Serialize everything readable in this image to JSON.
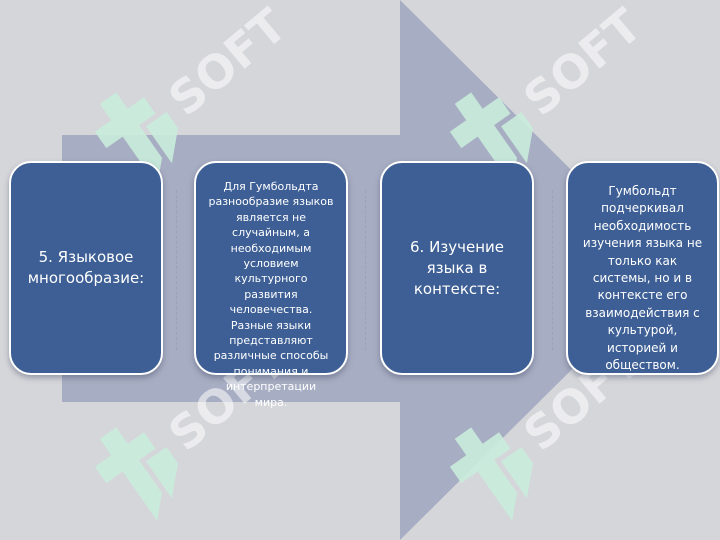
{
  "diagram": {
    "colors": {
      "background": "#d5d6da",
      "arrow": "#a7adc2",
      "box_fill": "#3d5f95",
      "box_border": "#ffffff",
      "text": "#ffffff",
      "watermark_icon": "#c9ecdc"
    },
    "watermark": {
      "text": "SOFT",
      "icon": "soft-logo-icon"
    },
    "steps": [
      {
        "label": "5. Языковое многообразие:"
      },
      {
        "label": "Для Гумбольдта разнообразие языков является не случайным, а необходимым условием культурного развития человечества. Разные языки представляют различные способы понимания и интерпретации мира."
      },
      {
        "label": "6. Изучение языка в контексте:"
      },
      {
        "label": "Гумбольдт подчеркивал необходимость изучения языка не только как системы, но и в контексте его взаимодействия с культурой, историей и обществом."
      }
    ]
  }
}
